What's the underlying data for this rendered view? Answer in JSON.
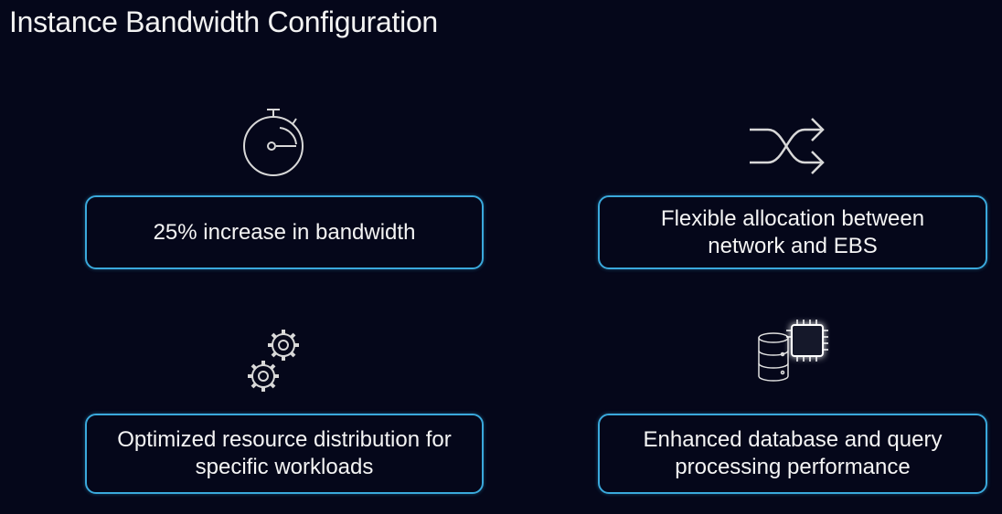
{
  "slide": {
    "title": "Instance Bandwidth Configuration",
    "features": [
      {
        "label": "25% increase in bandwidth",
        "icon": "stopwatch-icon"
      },
      {
        "label": "Flexible allocation between network and EBS",
        "icon": "shuffle-icon"
      },
      {
        "label": "Optimized resource distribution for specific workloads",
        "icon": "gears-icon"
      },
      {
        "label": "Enhanced database and query processing performance",
        "icon": "database-chip-icon"
      }
    ]
  },
  "colors": {
    "background": "#05071a",
    "accent": "#3aa9dc",
    "text": "#f4f4f4"
  }
}
